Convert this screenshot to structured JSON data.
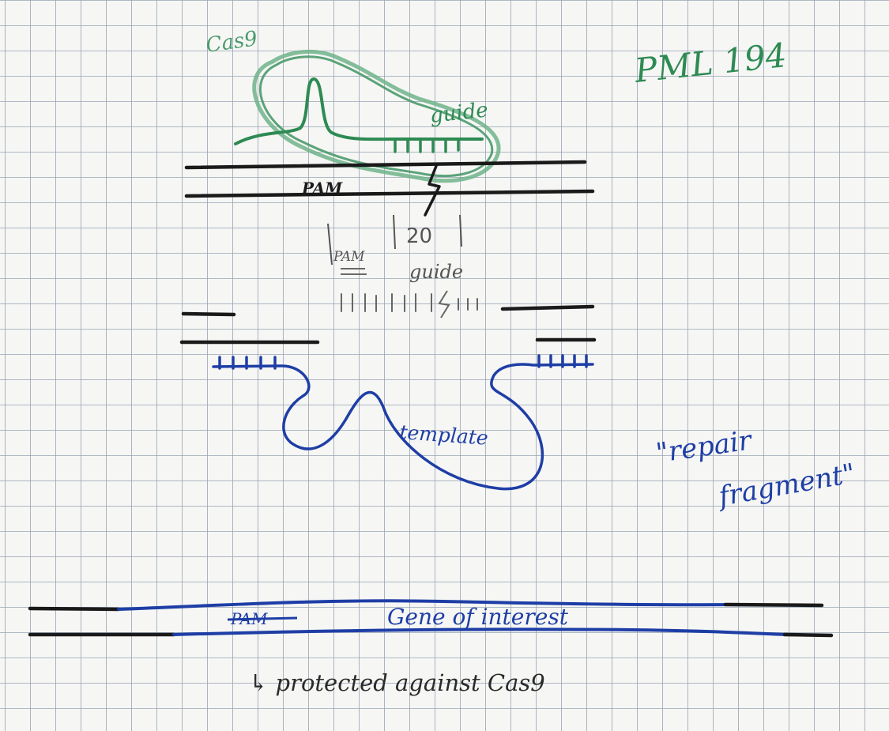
{
  "header": {
    "code": "PML 194"
  },
  "cas9": {
    "label": "Cas9",
    "guide_label": "guide",
    "pam_label": "PAM"
  },
  "detail": {
    "pam_label": "PAM",
    "count": "20",
    "guide_label": "guide"
  },
  "repair": {
    "template_label": "template",
    "caption_line1": "\"repair",
    "caption_line2": "fragment\""
  },
  "bottom": {
    "pam_crossed": "PAM",
    "gene_label": "Gene of interest",
    "note": "↳ protected against Cas9"
  },
  "colors": {
    "paper": "#f8f8f6",
    "grid": "#97a3b4",
    "green": "#2e8a53",
    "blue": "#1e3ea6",
    "black": "#1a1a1a"
  }
}
